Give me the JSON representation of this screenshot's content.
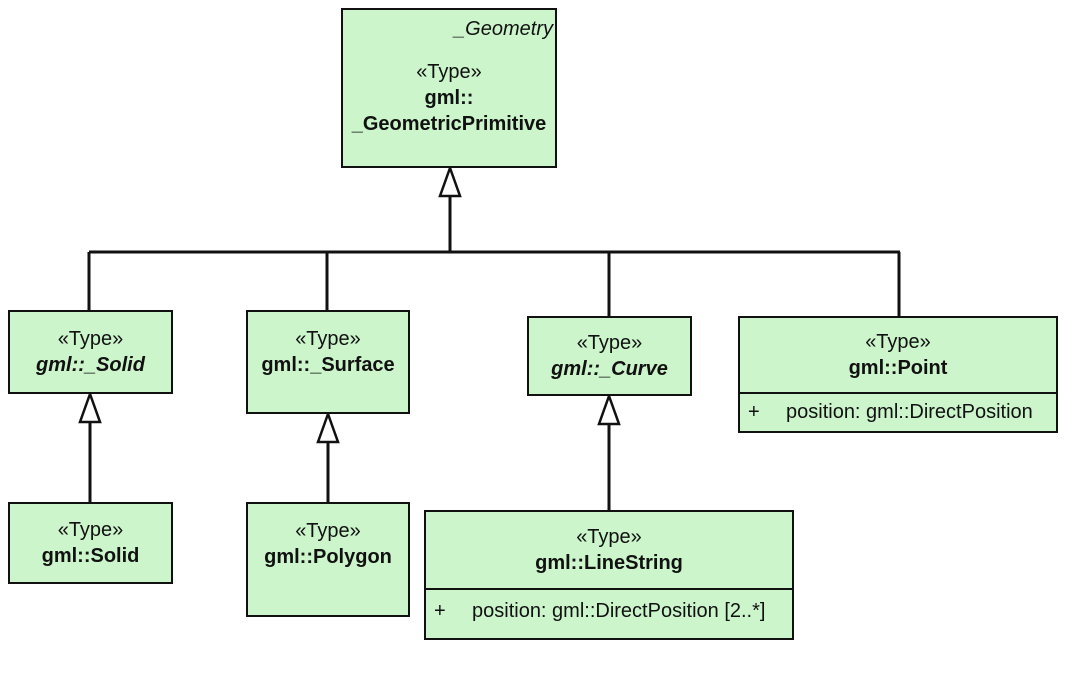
{
  "classes": {
    "geometric_primitive": {
      "tag": "_Geometry",
      "stereotype": "«Type»",
      "name_line1": "gml::",
      "name_line2": "_GeometricPrimitive"
    },
    "abstract_solid": {
      "stereotype": "«Type»",
      "name": "gml::_Solid"
    },
    "abstract_surface": {
      "stereotype": "«Type»",
      "name": "gml::_Surface"
    },
    "abstract_curve": {
      "stereotype": "«Type»",
      "name": "gml::_Curve"
    },
    "point": {
      "stereotype": "«Type»",
      "name": "gml::Point",
      "attribute": {
        "visibility": "+",
        "text": "position: gml::DirectPosition"
      }
    },
    "solid": {
      "stereotype": "«Type»",
      "name": "gml::Solid"
    },
    "polygon": {
      "stereotype": "«Type»",
      "name": "gml::Polygon"
    },
    "linestring": {
      "stereotype": "«Type»",
      "name": "gml::LineString",
      "attribute": {
        "visibility": "+",
        "text": "position: gml::DirectPosition [2..*]"
      }
    }
  },
  "colors": {
    "class_fill": "#ccf5cc",
    "line": "#111111"
  }
}
